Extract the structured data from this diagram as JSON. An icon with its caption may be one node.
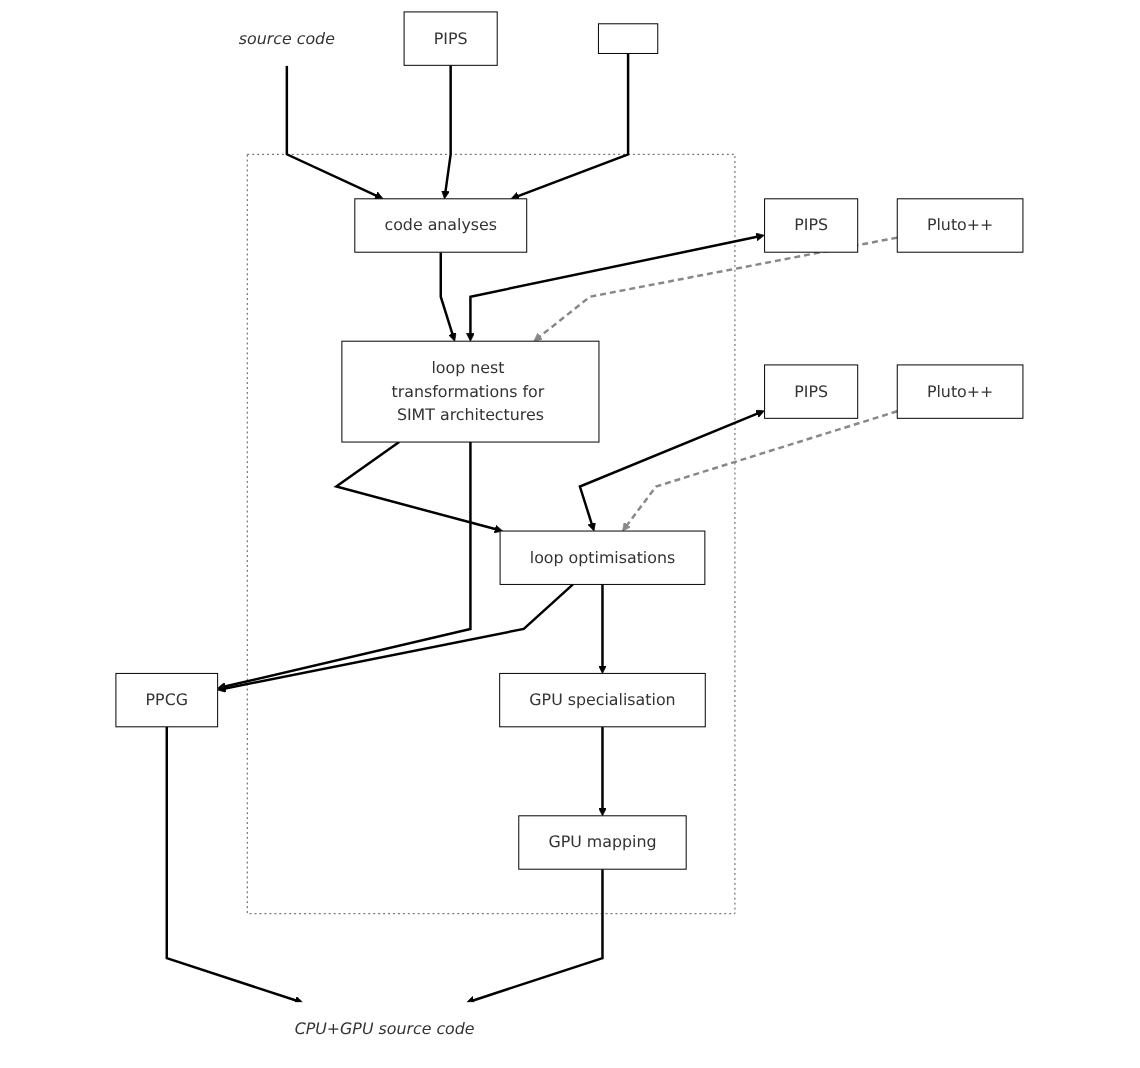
{
  "diagram": {
    "nodes": [
      {
        "text": [
          "source code"
        ]
      },
      {
        "text": [],
        "shape": "box"
      },
      {
        "text": [
          "PIPS"
        ]
      },
      {
        "text": [
          "code analyses"
        ],
        "in": 1
      },
      {
        "text": [],
        "shape": "box"
      },
      {
        "text": [
          "PIPS"
        ]
      },
      {
        "text": [
          "loop nest transformations for SIMT architectures"
        ],
        "in": 1
      },
      {
        "text": [
          "Pluto++"
        ]
      },
      {
        "text": [
          "PIPS"
        ]
      },
      {
        "text": [
          "loop optimisations"
        ],
        "in": 1
      },
      {
        "text": [
          "Pluto++"
        ]
      },
      {
        "text": [
          "PPCG"
        ]
      },
      {
        "text": [
          "GPU specialisation"
        ],
        "in": 1
      },
      {
        "text": [
          "GPU mapping"
        ],
        "in": 1
      },
      {
        "text": [
          "CPU+GPU source code"
        ]
      }
    ],
    "edges": [
      {
        "from": 0,
        "to": 3,
        "arrow": "to"
      },
      {
        "from": 2,
        "to": 3,
        "arrow": "to"
      },
      {
        "from": 4,
        "to": 3,
        "arrow": "to"
      },
      {
        "from": 3,
        "to": 6,
        "arrow": "to"
      },
      {
        "from": 5,
        "to": 6,
        "arrow": "both"
      },
      {
        "from": 7,
        "to": 6,
        "arrow": "to",
        "style": "dashed",
        "color": "#888888"
      },
      {
        "from": 6,
        "to": 9,
        "arrow": "to"
      },
      {
        "from": 8,
        "to": 9,
        "arrow": "both"
      },
      {
        "from": 10,
        "to": 9,
        "arrow": "to",
        "style": "dashed",
        "color": "#888888"
      },
      {
        "from": 6,
        "to": 11,
        "arrow": "to"
      },
      {
        "from": 9,
        "to": 11,
        "arrow": "to"
      },
      {
        "from": 9,
        "to": 12,
        "arrow": "to"
      },
      {
        "from": 12,
        "to": 13,
        "arrow": "to"
      },
      {
        "from": 13,
        "to": 14,
        "arrow": "to"
      },
      {
        "from": 11,
        "to": 14,
        "arrow": "to"
      }
    ]
  }
}
